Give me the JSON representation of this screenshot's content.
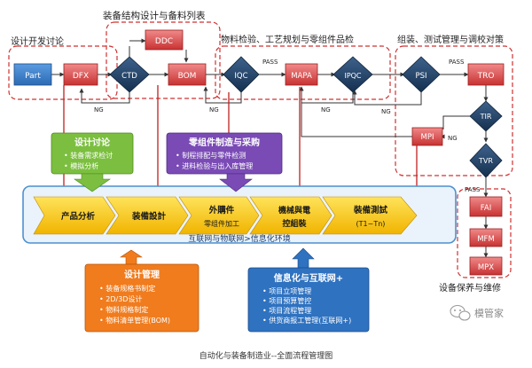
{
  "groups": {
    "design_discussion": "设计开发讨论",
    "equipment_design": "装备结构设计与备料列表",
    "material_inspection": "物料检验、工艺规划与零组件品检",
    "assembly_testing": "组装、测试管理与调校对策",
    "maintenance": "设备保养与维修"
  },
  "nodes": {
    "part": "Part",
    "dfx": "DFX",
    "ctd": "CTD",
    "ddc": "DDC",
    "bom": "BOM",
    "iqc": "IQC",
    "mapa": "MAPA",
    "ipqc": "IPQC",
    "psi": "PSI",
    "tro": "TRO",
    "tir": "TIR",
    "mpi": "MPI",
    "tvr": "TVR",
    "fai": "FAI",
    "mfm": "MFM",
    "mpx": "MPX"
  },
  "flow_labels": {
    "pass": "PASS",
    "ng": "NG"
  },
  "green_box": {
    "title": "设计讨论",
    "items": [
      "• 装备需求检讨",
      "• 模拟分析"
    ]
  },
  "purple_box": {
    "title": "零组件制造与采购",
    "items": [
      "• 制程排配与零件检测",
      "• 进料检验与出入库管理"
    ]
  },
  "arrow_stages": [
    {
      "line1": "产品分析",
      "line2": ""
    },
    {
      "line1": "装備設計",
      "line2": ""
    },
    {
      "line1": "外購件",
      "line2": "零组件加工"
    },
    {
      "line1": "機械與電",
      "line2": "控組裝"
    },
    {
      "line1": "裝備測試",
      "line2": "(T1~Tn)"
    }
  ],
  "platform_label": "互联网与物联网>信息化环境",
  "orange_box": {
    "title": "设计管理",
    "items": [
      "• 装备规格书制定",
      "• 2D/3D设计",
      "• 物料规格制定",
      "• 物料清单管理(BOM)"
    ]
  },
  "blue_box": {
    "title": "信息化与互联网+",
    "items": [
      "• 项目立项管理",
      "• 项目预算管控",
      "• 项目流程管理",
      "• 供货商报工管理(互联网+)"
    ]
  },
  "watermark": "模管家",
  "caption": "自动化与装备制造业--全面流程管理图",
  "colors": {
    "red_box": "#e04848",
    "navy_diamond": "#1f3b5c",
    "dashed_red": "#d03030",
    "arrow_yellow": "#f2c200",
    "platform_blue": "#4d90d0",
    "green": "#72b93a",
    "purple": "#7a4bb5",
    "orange": "#f07c1e",
    "blue": "#2f72c0"
  }
}
